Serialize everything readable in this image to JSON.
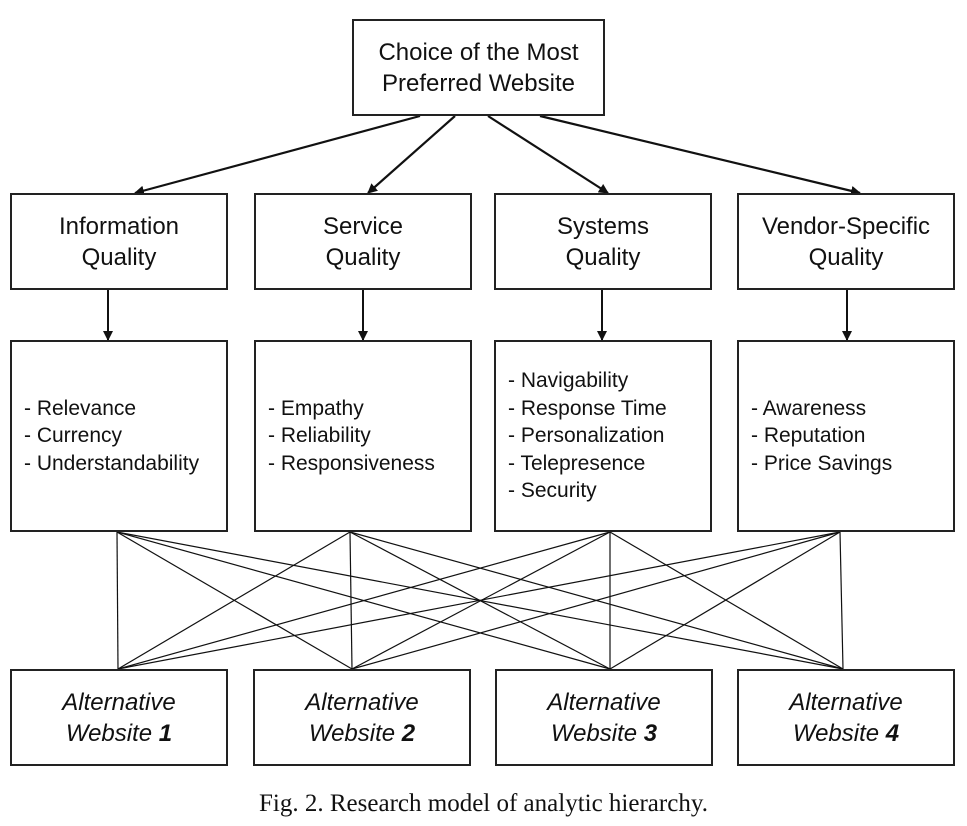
{
  "root": {
    "line1": "Choice of the Most",
    "line2": "Preferred Website"
  },
  "criteria": [
    {
      "line1": "Information",
      "line2": "Quality",
      "subcriteria": [
        "- Relevance",
        "- Currency",
        "- Understandability"
      ]
    },
    {
      "line1": "Service",
      "line2": "Quality",
      "subcriteria": [
        "- Empathy",
        "- Reliability",
        "- Responsiveness"
      ]
    },
    {
      "line1": "Systems",
      "line2": "Quality",
      "subcriteria": [
        "- Navigability",
        "- Response Time",
        "- Personalization",
        "- Telepresence",
        "- Security"
      ]
    },
    {
      "line1": "Vendor-Specific",
      "line2": "Quality",
      "subcriteria": [
        "- Awareness",
        "- Reputation",
        "- Price Savings"
      ]
    }
  ],
  "alternatives": [
    {
      "line1": "Alternative",
      "line2": "Website ",
      "num": "1"
    },
    {
      "line1": "Alternative",
      "line2": "Website ",
      "num": "2"
    },
    {
      "line1": "Alternative",
      "line2": "Website ",
      "num": "3"
    },
    {
      "line1": "Alternative",
      "line2": "Website ",
      "num": "4"
    }
  ],
  "caption": "Fig. 2. Research model of analytic hierarchy."
}
